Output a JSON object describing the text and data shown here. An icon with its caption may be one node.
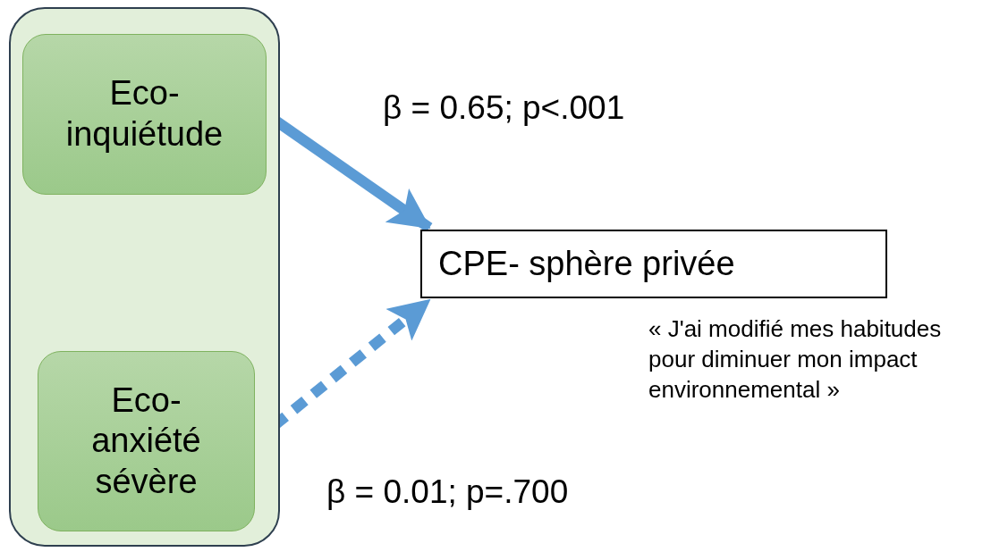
{
  "diagram": {
    "nodes": [
      {
        "text": [],
        "shape": "box"
      },
      {
        "text": [
          "Eco-inquiétude"
        ],
        "in": 0
      },
      {
        "text": [
          "Eco-anxiété sévère"
        ],
        "in": 0
      },
      {
        "text": [
          "CPE- sphère privée"
        ],
        "beside": [
          "« J'ai modifié mes habitudes pour diminuer mon impact environnemental »"
        ]
      }
    ],
    "edges": [
      {
        "from": 1,
        "to": 3,
        "arrow": "to",
        "label": "β = 0.65; p<.001"
      },
      {
        "from": 2,
        "to": 3,
        "arrow": "to",
        "label": "β = 0.01; p=.700",
        "style": "dashed"
      }
    ]
  }
}
